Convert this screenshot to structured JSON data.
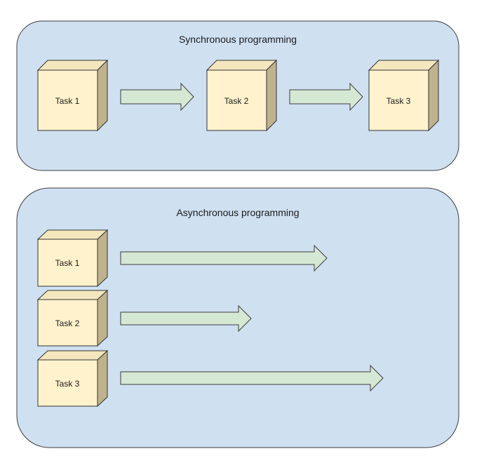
{
  "sync_panel": {
    "title": "Synchronous programming",
    "tasks": [
      "Task 1",
      "Task 2",
      "Task 3"
    ]
  },
  "async_panel": {
    "title": "Asynchronous programming",
    "tasks": [
      "Task 1",
      "Task 2",
      "Task 3"
    ]
  },
  "colors": {
    "panel_fill": "#cfe0f1",
    "task_fill": "#fff2cc",
    "arrow_fill": "#d5e8d4"
  }
}
